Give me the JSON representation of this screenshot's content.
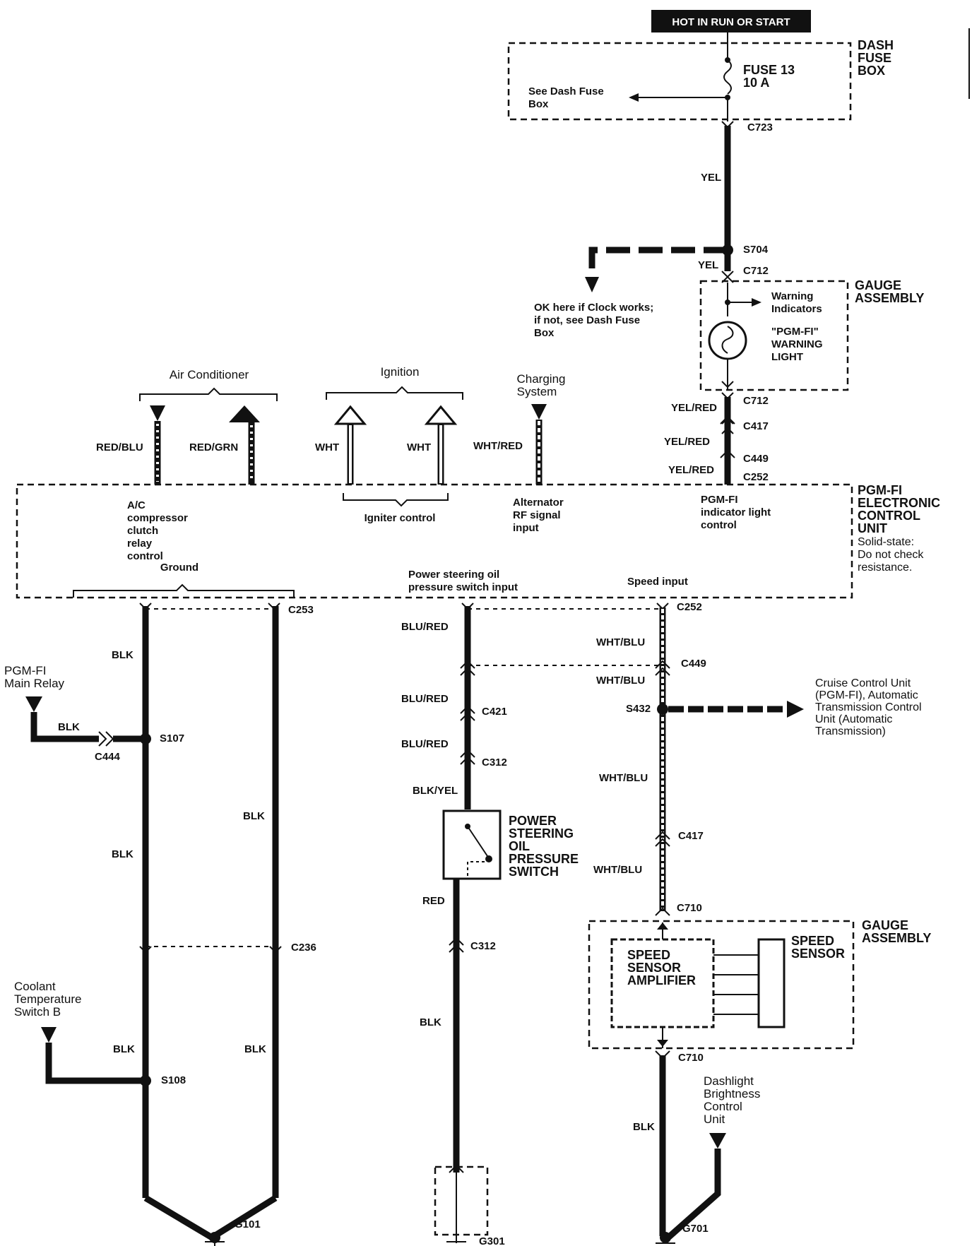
{
  "header_badge": "HOT IN RUN OR START",
  "dash_fuse_box": {
    "label_lines": [
      "DASH",
      "FUSE",
      "BOX"
    ],
    "fuse_lines": [
      "FUSE 13",
      "10 A"
    ],
    "see_lines": [
      "See Dash Fuse",
      "Box"
    ]
  },
  "connectors": {
    "c723": "C723",
    "s704": "S704",
    "c712_top": "C712",
    "c712_bot": "C712",
    "c417_top": "C417",
    "c449_top": "C449",
    "c252_top": "C252",
    "c253": "C253",
    "c236": "C236",
    "s107": "S107",
    "c444": "C444",
    "s108": "S108",
    "c252_b": "C252",
    "c449_b": "C449",
    "s432": "S432",
    "c417_b": "C417",
    "c710_top": "C710",
    "c710_bot": "C710",
    "c421": "C421",
    "c312_a": "C312",
    "c312_b": "C312",
    "g101": "G101",
    "g301": "G301",
    "g701": "G701"
  },
  "wire_colors": {
    "yel_1": "YEL",
    "yel_2": "YEL",
    "yel_red_1": "YEL/RED",
    "yel_red_2": "YEL/RED",
    "yel_red_3": "YEL/RED",
    "red_blu": "RED/BLU",
    "red_grn": "RED/GRN",
    "wht_1": "WHT",
    "wht_2": "WHT",
    "wht_red": "WHT/RED",
    "blk_1": "BLK",
    "blk_2": "BLK",
    "blk_3": "BLK",
    "blk_4": "BLK",
    "blk_5": "BLK",
    "blk_6": "BLK",
    "blk_7": "BLK",
    "blk_8": "BLK",
    "blu_red_1": "BLU/RED",
    "blu_red_2": "BLU/RED",
    "blu_red_3": "BLU/RED",
    "blk_yel": "BLK/YEL",
    "red": "RED",
    "wht_blu_1": "WHT/BLU",
    "wht_blu_2": "WHT/BLU",
    "wht_blu_3": "WHT/BLU",
    "wht_blu_4": "WHT/BLU"
  },
  "clock_note": [
    "OK here if Clock works;",
    "if not, see Dash Fuse",
    "Box"
  ],
  "gauge_top": {
    "label_lines": [
      "GAUGE",
      "ASSEMBLY"
    ],
    "warning_lines": [
      "Warning",
      "Indicators"
    ],
    "light_lines": [
      "\"PGM-FI\"",
      "WARNING",
      "LIGHT"
    ]
  },
  "groups": {
    "air_conditioner": "Air Conditioner",
    "ignition": "Ignition",
    "charging_lines": [
      "Charging",
      "System"
    ]
  },
  "ecu": {
    "label_lines": [
      "PGM-FI",
      "ELECTRONIC",
      "CONTROL",
      "UNIT"
    ],
    "note_lines": [
      "Solid-state:",
      "Do not check",
      "resistance."
    ],
    "ac_lines": [
      "A/C",
      "compressor",
      "clutch",
      "relay",
      "control"
    ],
    "igniter": "Igniter control",
    "alt_lines": [
      "Alternator",
      "RF signal",
      "input"
    ],
    "pgm_lines": [
      "PGM-FI",
      "indicator light",
      "control"
    ],
    "ground": "Ground",
    "ps_lines": [
      "Power steering oil",
      "pressure switch input"
    ],
    "speed": "Speed input"
  },
  "main_relay_lines": [
    "PGM-FI",
    "Main Relay"
  ],
  "coolant_lines": [
    "Coolant",
    "Temperature",
    "Switch B"
  ],
  "ps_switch_lines": [
    "POWER",
    "STEERING",
    "OIL",
    "PRESSURE",
    "SWITCH"
  ],
  "cruise_lines": [
    "Cruise Control Unit",
    "(PGM-FI), Automatic",
    "Transmission Control",
    "Unit (Automatic",
    "Transmission)"
  ],
  "gauge_bottom": {
    "label_lines": [
      "GAUGE",
      "ASSEMBLY"
    ],
    "amp_lines": [
      "SPEED",
      "SENSOR",
      "AMPLIFIER"
    ],
    "sensor_lines": [
      "SPEED",
      "SENSOR"
    ]
  },
  "dashlight_lines": [
    "Dashlight",
    "Brightness",
    "Control",
    "Unit"
  ]
}
